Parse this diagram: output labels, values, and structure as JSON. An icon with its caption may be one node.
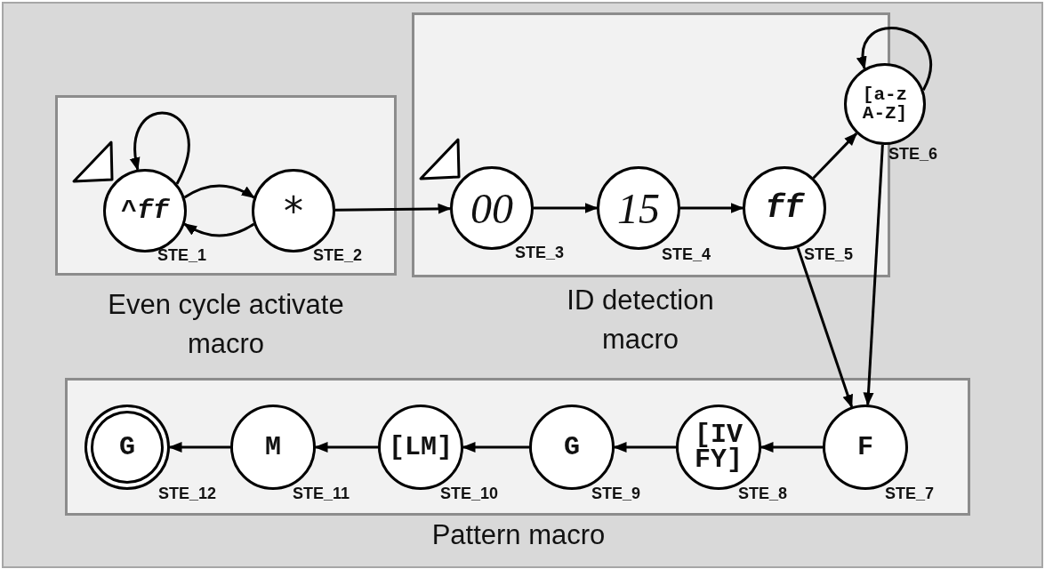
{
  "diagram": {
    "nodes": [
      {
        "text": [
          "Even cycle activate macro"
        ]
      },
      {
        "text": [
          "^*ff*"
        ],
        "in": 0,
        "beside": [
          "STE_1"
        ]
      },
      {
        "text": [
          "*"
        ],
        "in": 0,
        "beside": [
          "STE_2"
        ]
      },
      {
        "text": [
          "ID detection macro"
        ]
      },
      {
        "text": [
          "00"
        ],
        "in": 3,
        "beside": [
          "STE_3"
        ]
      },
      {
        "text": [
          "15"
        ],
        "in": 3,
        "beside": [
          "STE_4"
        ]
      },
      {
        "text": [
          "ff"
        ],
        "in": 3,
        "beside": [
          "STE_5"
        ]
      },
      {
        "text": [
          "[a-z A-Z]"
        ],
        "beside": [
          "STE_6"
        ]
      },
      {
        "text": [
          "Pattern macro"
        ]
      },
      {
        "text": [
          "F"
        ],
        "in": 8,
        "beside": [
          "STE_7"
        ]
      },
      {
        "text": [
          "[IV FY]"
        ],
        "in": 8,
        "beside": [
          "STE_8"
        ]
      },
      {
        "text": [
          "G"
        ],
        "in": 8,
        "beside": [
          "STE_9"
        ]
      },
      {
        "text": [
          "[LM]"
        ],
        "in": 8,
        "beside": [
          "STE_10"
        ]
      },
      {
        "text": [
          "M"
        ],
        "in": 8,
        "beside": [
          "STE_11"
        ]
      },
      {
        "text": [
          "G"
        ],
        "in": 8,
        "beside": [
          "STE_12"
        ]
      }
    ],
    "edges": [
      {
        "from": 1,
        "to": 1,
        "arrow": "to"
      },
      {
        "from": 1,
        "to": 2,
        "arrow": "to"
      },
      {
        "from": 2,
        "to": 1,
        "arrow": "to"
      },
      {
        "from": 2,
        "to": 4,
        "arrow": "to"
      },
      {
        "from": 4,
        "to": 5,
        "arrow": "to"
      },
      {
        "from": 5,
        "to": 6,
        "arrow": "to"
      },
      {
        "from": 6,
        "to": 7,
        "arrow": "to"
      },
      {
        "from": 7,
        "to": 7,
        "arrow": "to"
      },
      {
        "from": 6,
        "to": 9,
        "arrow": "to"
      },
      {
        "from": 7,
        "to": 9,
        "arrow": "to"
      },
      {
        "from": 9,
        "to": 10,
        "arrow": "to"
      },
      {
        "from": 10,
        "to": 11,
        "arrow": "to"
      },
      {
        "from": 11,
        "to": 12,
        "arrow": "to"
      },
      {
        "from": 12,
        "to": 13,
        "arrow": "to"
      },
      {
        "from": 13,
        "to": 14,
        "arrow": "to"
      }
    ]
  }
}
